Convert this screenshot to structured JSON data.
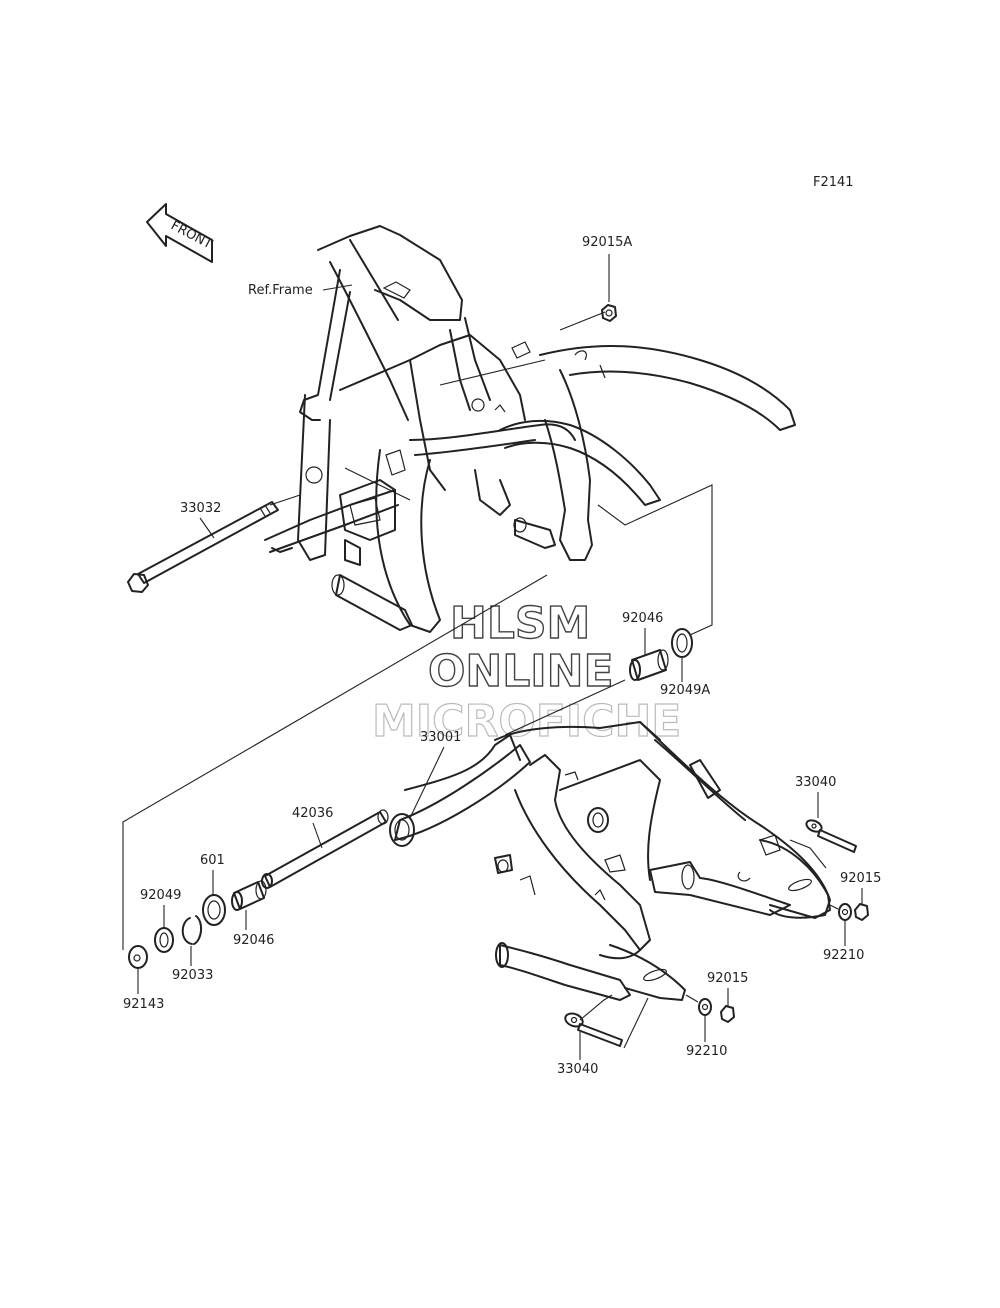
{
  "figure_code": "F2141",
  "front_arrow_label": "FRONT",
  "ref_frame_label": "Ref.Frame",
  "watermark": [
    "HLSM",
    "ONLINE",
    "MICROFICHE"
  ],
  "parts": {
    "p92015A": "92015A",
    "p33032": "33032",
    "p92046_top": "92046",
    "p92049A": "92049A",
    "p33001": "33001",
    "p42036": "42036",
    "p601": "601",
    "p92049": "92049",
    "p92046_bottom": "92046",
    "p92033": "92033",
    "p92143": "92143",
    "p33040_right": "33040",
    "p92015_right": "92015",
    "p92210_right": "92210",
    "p92015_bottom": "92015",
    "p92210_bottom": "92210",
    "p33040_bottom": "33040"
  }
}
